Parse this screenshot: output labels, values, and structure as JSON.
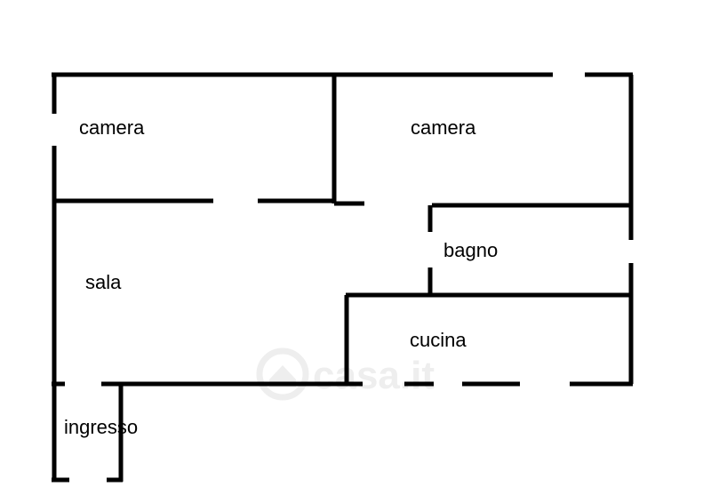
{
  "rooms": {
    "camera_left": "camera",
    "camera_right": "camera",
    "sala": "sala",
    "bagno": "bagno",
    "cucina": "cucina",
    "ingresso": "ingresso"
  },
  "watermark": {
    "text": "casa.it"
  },
  "colors": {
    "wall": "#000000",
    "watermark": "#eeeeee",
    "background": "#ffffff"
  }
}
